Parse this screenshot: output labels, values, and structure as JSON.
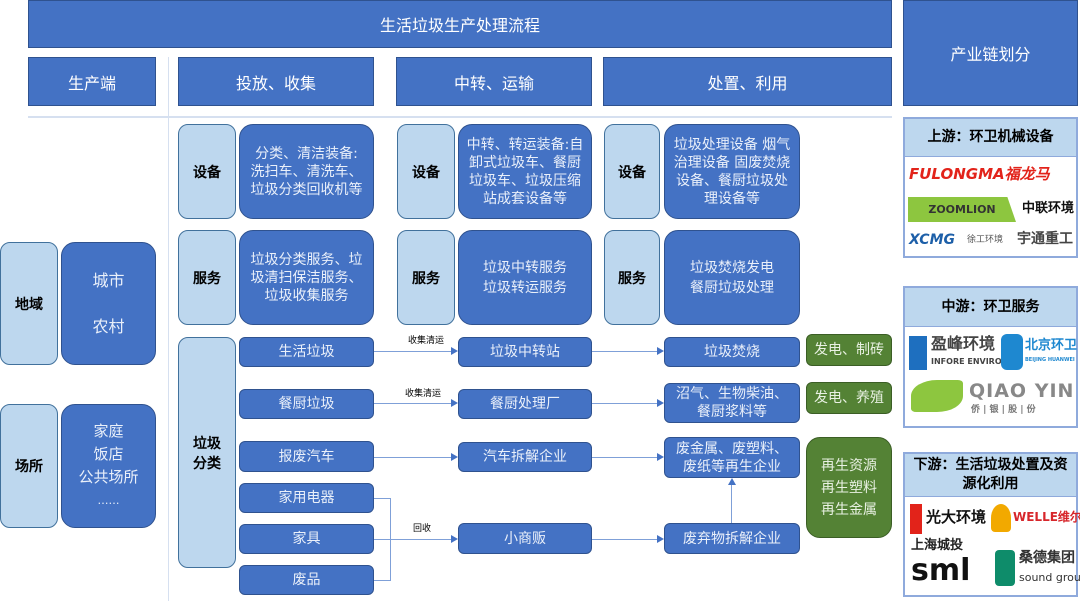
{
  "title": "生活垃圾生产处理流程",
  "chain_header": "产业链划分",
  "columns": [
    "生产端",
    "投放、收集",
    "中转、运输",
    "处置、利用"
  ],
  "production": {
    "region_label": "地域",
    "region_items": [
      "城市",
      "农村"
    ],
    "place_label": "场所",
    "place_items": [
      "家庭",
      "饭店",
      "公共场所",
      "……"
    ]
  },
  "collect": {
    "equip_label": "设备",
    "equip_text": "分类、清洁装备:洗扫车、清洗车、垃圾分类回收机等",
    "service_label": "服务",
    "service_text": "垃圾分类服务、垃圾清扫保洁服务、垃圾收集服务",
    "sort_label": "垃圾分类",
    "sort_items": [
      "生活垃圾",
      "餐厨垃圾",
      "报废汽车",
      "家用电器",
      "家具",
      "废品"
    ]
  },
  "transit": {
    "equip_label": "设备",
    "equip_text": "中转、转运装备:自卸式垃圾车、餐厨垃圾车、垃圾压缩站成套设备等",
    "service_label": "服务",
    "service_text": "垃圾中转服务 垃圾转运服务",
    "nodes": [
      "垃圾中转站",
      "餐厨处理厂",
      "汽车拆解企业",
      "小商贩"
    ]
  },
  "dispose": {
    "equip_label": "设备",
    "equip_text": "垃圾处理设备 烟气治理设备 固废焚烧设备、餐厨垃圾处理设备等",
    "service_label": "服务",
    "service_text": "垃圾焚烧发电 餐厨垃圾处理",
    "nodes": [
      "垃圾焚烧",
      "沼气、生物柴油、餐厨浆料等",
      "废金属、废塑料、废纸等再生企业",
      "废弃物拆解企业"
    ],
    "outputs": [
      "发电、制砖",
      "发电、养殖",
      "再生资源 再生塑料 再生金属"
    ]
  },
  "edge_labels": {
    "collect1": "收集清运",
    "collect2": "收集清运",
    "recycle": "回收"
  },
  "upstream": {
    "title": "上游：环卫机械设备",
    "logos": [
      "FULONGMA福龙马",
      "ZOOMLION",
      "中联环境",
      "XCMG",
      "徐工环境",
      "宇通重工"
    ]
  },
  "midstream": {
    "title": "中游：环卫服务",
    "logos": [
      "盈峰环境",
      "INFORE ENVIRO",
      "北京环卫",
      "BEIJING HUANWEI",
      "QIAO YIN",
      "侨 | 银 | 股 | 份"
    ]
  },
  "downstream": {
    "title": "下游：生活垃圾处置及资源化利用",
    "logos": [
      "光大环境",
      "WELLE维尔利",
      "上海城投",
      "sml",
      "桑德集团",
      "sound group"
    ]
  },
  "colors": {
    "dark": "#4472C4",
    "light": "#BDD7EE",
    "green": "#548235"
  }
}
